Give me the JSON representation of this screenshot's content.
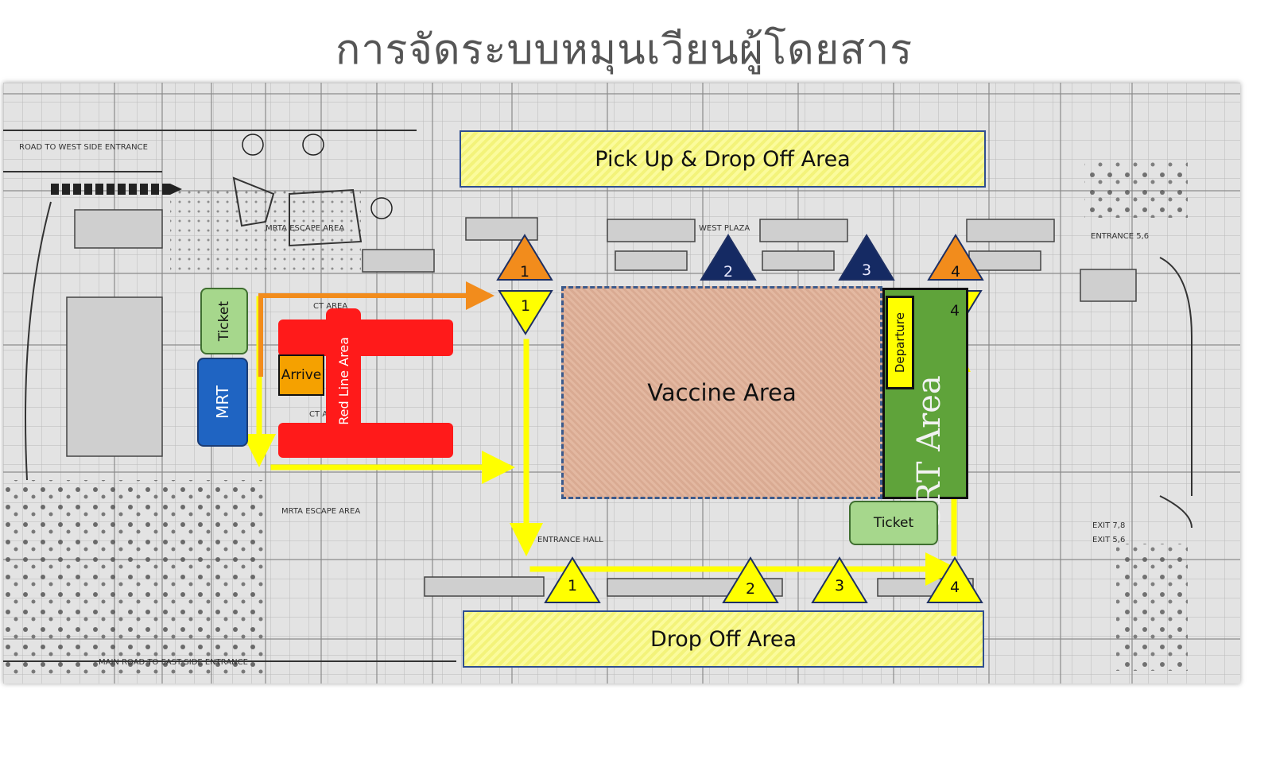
{
  "title": "การจัดระบบหมุนเวียนผู้โดยสาร",
  "areas": {
    "pickup": "Pick Up & Drop Off Area",
    "vaccine": "Vaccine Area",
    "dropoff": "Drop Off Area",
    "srt": "SRT Area",
    "redline": "Red Line Area",
    "mrt": "MRT",
    "ticket_left": "Ticket",
    "ticket_right": "Ticket",
    "arrive": "Arrive",
    "departure": "Departure"
  },
  "markers": {
    "top_orange_1": "1",
    "top_navy_2": "2",
    "top_navy_3": "3",
    "top_orange_4": "4",
    "yellow_down_1": "1",
    "yellow_down_4": "4",
    "bottom_1": "1",
    "bottom_2": "2",
    "bottom_3": "3",
    "bottom_4": "4"
  },
  "plan_text": {
    "road_west": "ROAD TO WEST SIDE ENTRANCE",
    "road_east": "MAIN ROAD TO EAST SIDE ENTRANCE",
    "mrta_escape_top": "MRTA ESCAPE AREA",
    "mrta_escape_bottom": "MRTA ESCAPE AREA",
    "west_plaza": "WEST PLAZA",
    "entrance_hall": "ENTRANCE HALL",
    "entrance_56_top": "ENTRANCE 5,6",
    "exit_78": "EXIT 7,8",
    "exit_56": "EXIT 5,6",
    "ct_area_top": "CT AREA",
    "ct_area_bottom": "CT AREA"
  },
  "colors": {
    "orange": "#f28c1c",
    "navy": "#152a63",
    "yellow": "#ffff00",
    "red": "#ff1a1a",
    "green": "#5fa33a",
    "blue": "#1f64c2"
  }
}
